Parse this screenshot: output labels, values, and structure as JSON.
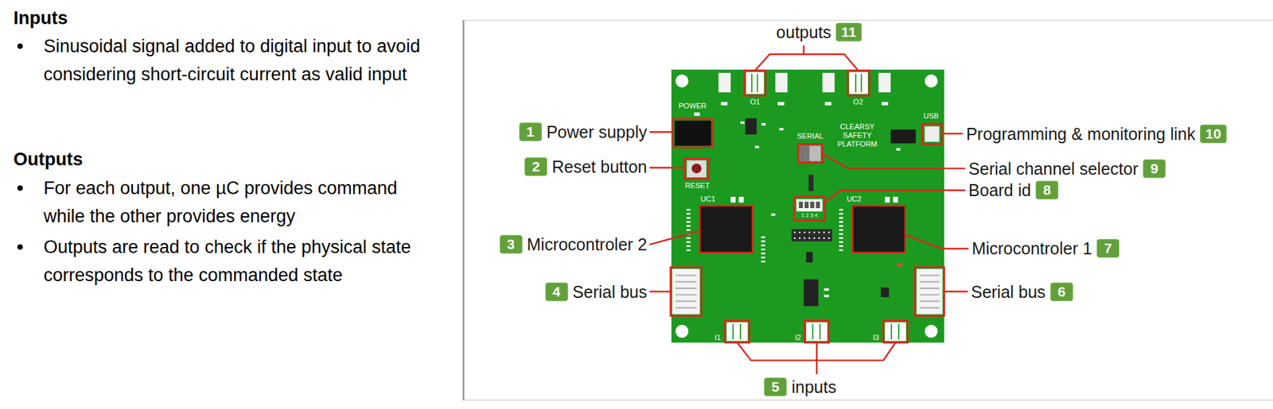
{
  "diagram": {
    "nodes": [
      {
        "text": [
          "11"
        ]
      },
      {
        "text": [
          "1"
        ]
      },
      {
        "text": [
          "10"
        ]
      },
      {
        "text": [
          "2"
        ]
      },
      {
        "text": [
          "9"
        ]
      },
      {
        "text": [
          "8"
        ]
      },
      {
        "text": [
          "3"
        ]
      },
      {
        "text": [
          "7"
        ]
      },
      {
        "text": [
          "4"
        ]
      },
      {
        "text": [
          "6"
        ]
      },
      {
        "text": [
          "5"
        ]
      }
    ],
    "labels": [
      "Inputs",
      "Sinusoidal signal added to digital input to avoid considering short-circuit current as valid input",
      "Outputs",
      "For each output, one µC provides command while the other provides energy",
      "Outputs are read to check if the physical state corresponds to the commanded state",
      "outputs",
      "O1",
      "O2",
      "POWER",
      "USB",
      "Power supply",
      "SERIAL",
      "CLEARSY SAFETY PLATFORM",
      "Programming & monitoring link",
      "Reset button",
      "RESET",
      "Serial channel selector",
      "Board id",
      "1 2 3 4",
      "UC1",
      "UC2",
      "Microcontroler 2",
      "Microcontroler 1",
      "Serial bus",
      "Serial bus",
      "I1",
      "I2",
      "I3",
      "inputs"
    ]
  }
}
